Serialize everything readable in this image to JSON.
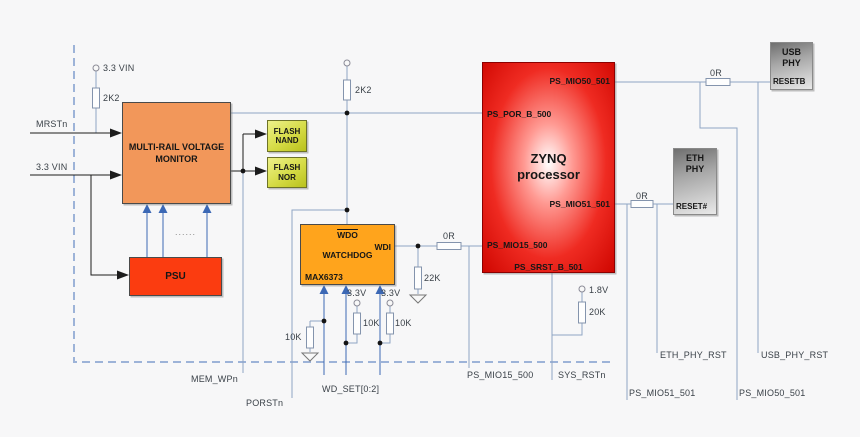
{
  "colors": {
    "wire": "#8fa6c4",
    "wire_black": "#1c1c1c",
    "arrow_blue": "#3c68b5",
    "boundary_dashed": "#9db3d8",
    "monitor_fill": "#f2975a",
    "psu_fill": "#fb3c10",
    "watchdog_fill": "#ffa41c",
    "zynq_red": "#dd1111",
    "flash_yellow": "#d5db45",
    "phy_gray": "#9a9a9a",
    "label_color": "#3a4148"
  },
  "labels": {
    "vin33_top": "3.3 VIN",
    "mrstn": "MRSTn",
    "vin33_left": "3.3 VIN",
    "r2k2_left": "2K2",
    "r2k2_top": "2K2",
    "rail_dots": "......",
    "mem_wpn": "MEM_WPn",
    "porstn": "PORSTn",
    "wd_set": "WD_SET[0:2]",
    "r10k_left": "10K",
    "r10k_mid": "10K",
    "r10k_right": "10K",
    "v33_mid": "3.3V",
    "v33_right": "3.3V",
    "r22k": "22K",
    "r0r_wdi": "0R",
    "r0r_eth": "0R",
    "r0r_usb": "0R",
    "r20k": "20K",
    "v18": "1.8V",
    "ps_mio15_bottom": "PS_MIO15_500",
    "sys_rstn": "SYS_RSTn",
    "eth_phy_rst": "ETH_PHY_RST",
    "ps_mio51_bottom": "PS_MIO51_501",
    "usb_phy_rst": "USB_PHY_RST",
    "ps_mio50_bottom": "PS_MIO50_501"
  },
  "blocks": {
    "monitor": {
      "title": "MULTI-RAIL VOLTAGE MONITOR"
    },
    "psu": {
      "title": "PSU"
    },
    "watchdog": {
      "wdo_pin": "WDO",
      "title": "WATCHDOG",
      "part": "MAX6373",
      "wdi_pin": "WDI"
    },
    "flash_nand": {
      "line1": "FLASH",
      "line2": "NAND"
    },
    "flash_nor": {
      "line1": "FLASH",
      "line2": "NOR"
    },
    "zynq": {
      "title_line1": "ZYNQ",
      "title_line2": "processor",
      "pin_mio50": "PS_MIO50_501",
      "pin_por": "PS_POR_B_500",
      "pin_mio51": "PS_MIO51_501",
      "pin_mio15": "PS_MIO15_500",
      "pin_srst": "PS_SRST_B_501"
    },
    "usb_phy": {
      "line1": "USB",
      "line2": "PHY",
      "pin": "RESETB"
    },
    "eth_phy": {
      "line1": "ETH",
      "line2": "PHY",
      "pin": "RESET#"
    }
  }
}
